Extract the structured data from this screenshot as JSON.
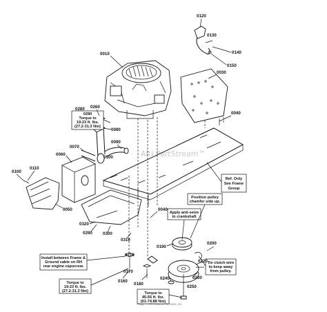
{
  "part_numbers": {
    "p0010": "0010",
    "p0030": "0030",
    "p0040a": "0040",
    "p0040b": "0040",
    "p0050": "0050",
    "p0060": "0060",
    "p0070": "0070",
    "p0080": "0080",
    "p0090": "0090",
    "p0100a": "0100",
    "p0100b": "0100",
    "p0110": "0110",
    "p0120": "0120",
    "p0130": "0130",
    "p0140": "0140",
    "p0150": "0150",
    "p0160": "0160",
    "p0170": "0170",
    "p0180": "0180",
    "p0190": "0190",
    "p0200": "0200",
    "p0210": "0210",
    "p0220": "0220",
    "p0230": "0230",
    "p0240": "0240",
    "p0250": "0250",
    "p0260": "0260",
    "p0280": "0280",
    "p0290": "0290",
    "p0300": "0300",
    "p0310": "0310",
    "p0320": "0320"
  },
  "notes": {
    "torque_0280": [
      "0280",
      "Torque to",
      "19-23 ft. lbs.",
      "(27.2-31.3 Nm)"
    ],
    "ref_only": [
      "Ref. Only",
      "See Frame",
      "Group"
    ],
    "position_pulley": [
      "Position pulley",
      "chamfer side up."
    ],
    "anti_seize": [
      "Apply anti-seize",
      "to crankshaft"
    ],
    "install_frame": [
      "Install between Frame &",
      "Ground cable on RH",
      "rear engine capscrew."
    ],
    "torque_bottom_left": [
      "Torque to",
      "19-23 ft. lbs.",
      "(27.2-31.3 Nm)"
    ],
    "tie_clutch": [
      "Tie clutch wire",
      "to keep away",
      "from pulley."
    ],
    "torque_0250": [
      "Torque to",
      "45-55 ft. lbs.",
      "(61-74.88 Nm)"
    ]
  },
  "watermark": "ARI PartStream™",
  "footer": "Page ... ARI Network Services, Inc."
}
